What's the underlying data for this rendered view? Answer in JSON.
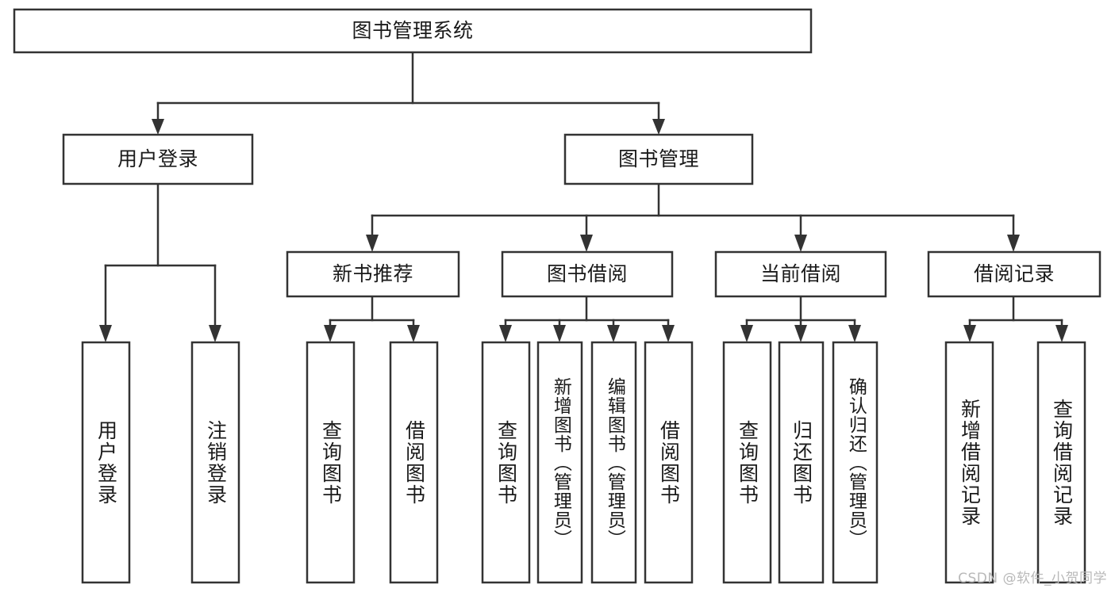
{
  "diagram": {
    "type": "hierarchy-tree",
    "title": "图书管理系统",
    "watermark": "CSDN @软件_小贺同学",
    "colors": {
      "background": "#ffffff",
      "stroke": "#333333",
      "text": "#1a1a1a",
      "watermark": "#b9b9b9"
    },
    "levels": [
      {
        "level": 1,
        "nodes": [
          {
            "id": "root",
            "label": "图书管理系统",
            "orientation": "horizontal"
          }
        ]
      },
      {
        "level": 2,
        "nodes": [
          {
            "id": "user-login",
            "label": "用户登录",
            "orientation": "horizontal",
            "parent": "root"
          },
          {
            "id": "book-manage",
            "label": "图书管理",
            "orientation": "horizontal",
            "parent": "root"
          }
        ]
      },
      {
        "level": 3,
        "nodes": [
          {
            "id": "new-book-rec",
            "label": "新书推荐",
            "orientation": "horizontal",
            "parent": "book-manage"
          },
          {
            "id": "book-borrow",
            "label": "图书借阅",
            "orientation": "horizontal",
            "parent": "book-manage"
          },
          {
            "id": "current-borrow",
            "label": "当前借阅",
            "orientation": "horizontal",
            "parent": "book-manage"
          },
          {
            "id": "borrow-record",
            "label": "借阅记录",
            "orientation": "horizontal",
            "parent": "book-manage"
          }
        ]
      },
      {
        "level": 4,
        "nodes": [
          {
            "id": "leaf-user-login",
            "label": "用户登录",
            "orientation": "vertical",
            "parent": "user-login"
          },
          {
            "id": "leaf-logout",
            "label": "注销登录",
            "orientation": "vertical",
            "parent": "user-login"
          },
          {
            "id": "leaf-rec-query",
            "label": "查询图书",
            "orientation": "vertical",
            "parent": "new-book-rec"
          },
          {
            "id": "leaf-rec-borrow",
            "label": "借阅图书",
            "orientation": "vertical",
            "parent": "new-book-rec"
          },
          {
            "id": "leaf-borrow-query",
            "label": "查询图书",
            "orientation": "vertical",
            "parent": "book-borrow"
          },
          {
            "id": "leaf-borrow-add",
            "label": "新增图书（管理员）",
            "orientation": "vertical",
            "parent": "book-borrow"
          },
          {
            "id": "leaf-borrow-edit",
            "label": "编辑图书（管理员）",
            "orientation": "vertical",
            "parent": "book-borrow"
          },
          {
            "id": "leaf-borrow-do",
            "label": "借阅图书",
            "orientation": "vertical",
            "parent": "book-borrow"
          },
          {
            "id": "leaf-cur-query",
            "label": "查询图书",
            "orientation": "vertical",
            "parent": "current-borrow"
          },
          {
            "id": "leaf-cur-return",
            "label": "归还图书",
            "orientation": "vertical",
            "parent": "current-borrow"
          },
          {
            "id": "leaf-cur-confirm",
            "label": "确认归还（管理员）",
            "orientation": "vertical",
            "parent": "current-borrow"
          },
          {
            "id": "leaf-rec-add",
            "label": "新增借阅记录",
            "orientation": "vertical",
            "parent": "borrow-record"
          },
          {
            "id": "leaf-rec-search",
            "label": "查询借阅记录",
            "orientation": "vertical",
            "parent": "borrow-record"
          }
        ]
      }
    ]
  }
}
